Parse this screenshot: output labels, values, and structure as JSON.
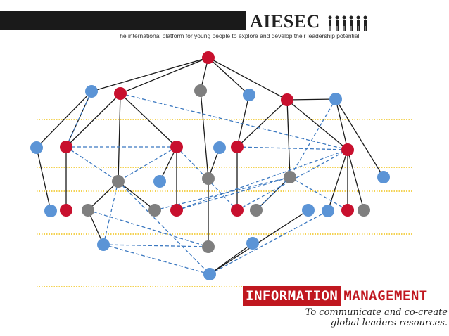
{
  "header": {
    "brand": "AIESEC",
    "tagline": "The international platform for young people to explore and develop their leadership potential"
  },
  "banner": {
    "left_word": "INFORMATION",
    "right_word": "MANAGEMENT",
    "motto_line1": "To communicate and co-create",
    "motto_line2": "global leaders  resources."
  },
  "colors": {
    "red": "#c8102e",
    "blue": "#5b94d6",
    "gray": "#7f7f7f",
    "dotted_line": "#f0c419",
    "dashed_edge": "#3b78c0",
    "solid_edge": "#1a1a1a"
  }
}
